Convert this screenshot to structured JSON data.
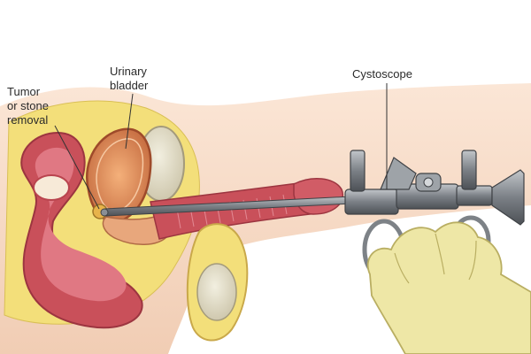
{
  "labels": {
    "tumor": [
      "Tumor",
      "or stone",
      "removal"
    ],
    "bladder": [
      "Urinary",
      "bladder"
    ],
    "cystoscope": "Cystoscope"
  },
  "colors": {
    "skin": "#f7d9c4",
    "fat": "#f3df7a",
    "muscle": "#c9505a",
    "bladder_wall": "#d98863",
    "glove": "#eee7a6",
    "instrument": "#7d8287",
    "leader_line": "#333333"
  }
}
